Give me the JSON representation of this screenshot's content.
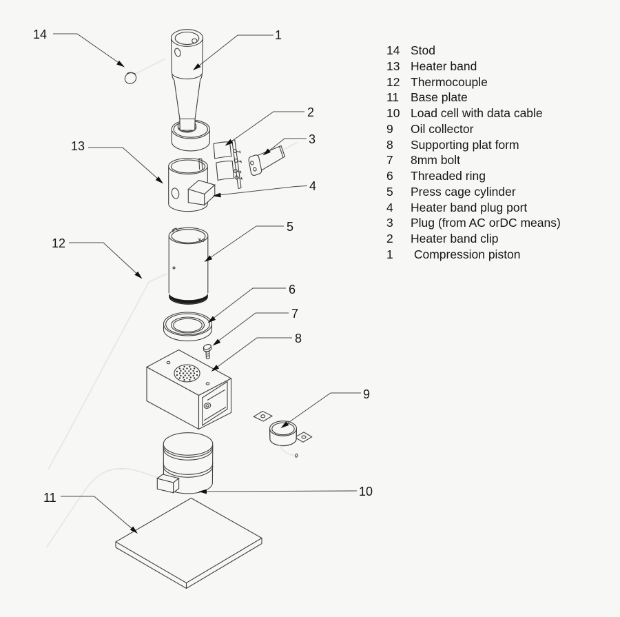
{
  "figure": {
    "type": "exploded-view technical diagram",
    "subject": "manual oil press assembly",
    "colors": {
      "background": "#f7f7f5",
      "line": "#3f3f3f",
      "text": "#161616",
      "dark_band": "#1b1b1b"
    }
  },
  "parts": [
    {
      "num": "14",
      "name": "Stod"
    },
    {
      "num": "13",
      "name": "Heater band"
    },
    {
      "num": "12",
      "name": "Thermocouple"
    },
    {
      "num": "11",
      "name": "Base plate"
    },
    {
      "num": "10",
      "name": "Load cell with data cable"
    },
    {
      "num": "9",
      "name": "Oil collector"
    },
    {
      "num": "8",
      "name": "Supporting plat form"
    },
    {
      "num": "7",
      "name": "8mm bolt"
    },
    {
      "num": "6",
      "name": "Threaded ring"
    },
    {
      "num": "5",
      "name": "Press cage cylinder"
    },
    {
      "num": "4",
      "name": "Heater band plug port"
    },
    {
      "num": "3",
      "name": "Plug (from AC orDC means)"
    },
    {
      "num": "2",
      "name": "Heater band clip"
    },
    {
      "num": "1",
      "name": " Compression piston"
    }
  ]
}
